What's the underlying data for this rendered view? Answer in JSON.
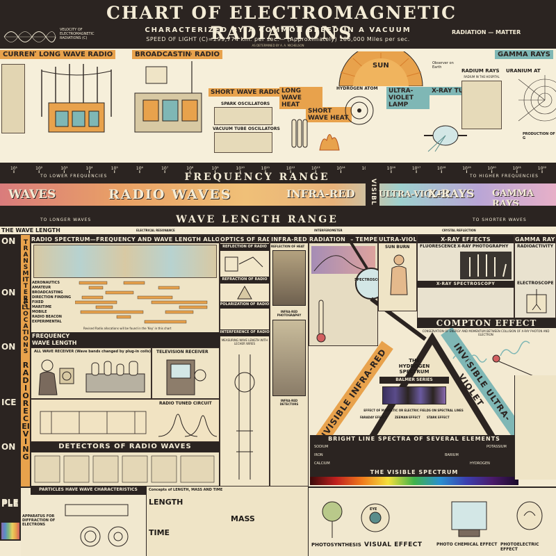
{
  "header": {
    "title": "CHART OF ELECTROMAGNETIC RADIATIONS",
    "subtitle": "CHARACTERIZED BY A COMMON SPEED IN A VACUUM",
    "speed_line": "SPEED OF LIGHT (C)=299,774 km. per sec.— (Approximately) 186,000 Miles per sec.",
    "determined_by": "AS DETERMINED BY A. A. MICHELSON",
    "velocity_note": "VELOCITY OF ELECTROMAGNETIC RADIATIONS (C)",
    "radiation_matter": "RADIATION — MATTER"
  },
  "top_panels": {
    "current": "CURRENT",
    "long_wave_radio": "LONG WAVE RADIO",
    "broadcasting": "BROADCASTING",
    "radio": "RADIO",
    "short_wave_radio": "SHORT WAVE RADIO",
    "long_wave_heat": "LONG WAVE HEAT",
    "short_wave_heat": "SHORT WAVE HEAT",
    "sun": "SUN",
    "hydrogen_atom": "HYDROGEN ATOM",
    "ultra_violet_lamp": "ULTRA-VIOLET LAMP",
    "x_ray_tube": "X-RAY TUBE",
    "gamma_rays": "GAMMA RAYS",
    "radium_rays": "RADIUM RAYS",
    "uranium": "URANIUM AT",
    "spark_oscillators": "SPARK OSCILLATORS",
    "vacuum_tube_oscillators": "VACUUM TUBE OSCILLATORS",
    "observer": "Observer on Earth",
    "radium_hospital": "RADIUM IN THE HOSPITAL",
    "production": "PRODUCTION OF G"
  },
  "frequency_band": {
    "left": "TO LOWER FREQUENCIES",
    "title": "FREQUENCY RANGE",
    "right": "TO HIGHER FREQUENCIES",
    "ticks": [
      "10¹",
      "10²",
      "10³",
      "10⁴",
      "10⁵",
      "10⁶",
      "10⁷",
      "10⁸",
      "10⁹",
      "10¹⁰",
      "10¹¹",
      "10¹²",
      "10¹³",
      "10¹⁴",
      "10¹⁵",
      "10¹⁶",
      "10¹⁷",
      "10¹⁸",
      "10¹⁹",
      "10²⁰",
      "10²¹",
      "10²²"
    ]
  },
  "spectrum_bar": {
    "waves": "WAVES",
    "radio_waves": "RADIO WAVES",
    "infra_red": "INFRA-RED",
    "visible": "VISIBLE",
    "ultra_violet": "ULTRA-VIOLET",
    "x_rays": "X-RAYS",
    "gamma_rays": "GAMMA RAYS"
  },
  "wavelength_band": {
    "left": "TO LONGER WAVES",
    "title": "WAVE LENGTH RANGE",
    "right": "TO SHORTER WAVES",
    "wave_length_label": "THE WAVE LENGTH",
    "electrical_resonance": "ELECTRICAL RESONANCE",
    "interferometer": "INTERFEROMETER",
    "crystal_reflection": "CRYSTAL REFLECTION"
  },
  "middle": {
    "transmitters": "TRANSMITTERS",
    "allocations": "ALLOCATIONS",
    "radio_receiving": "RADIO RECEIVING",
    "radio_spectrum": "RADIO SPECTRUM—FREQUENCY AND WAVE LENGTH ALLOCATIONS",
    "services": [
      "AERONAUTICS",
      "AMATEUR",
      "BROADCASTING",
      "DIRECTION FINDING",
      "FIXED",
      "MARITIME",
      "MOBILE",
      "RADIO BEACON",
      "EXPERIMENTAL"
    ],
    "revised": "Revised Radio allocations will be found in the 'Key' in this chart",
    "frequency": "FREQUENCY",
    "wave_length": "WAVE LENGTH",
    "all_wave_receiver": "ALL WAVE RECEIVER (Wave bands changed by plug-in coils)",
    "television": "TELEVISION RECEIVER",
    "radio_tuned": "RADIO TUNED CIRCUIT",
    "detectors": "DETECTORS OF RADIO WAVES",
    "optics": "OPTICS OF RADIO",
    "reflection_of_radio": "REFLECTION OF RADIO",
    "refraction_of_radio": "REFRACTION OF RADIO",
    "polarization_of_radio": "POLARIZATION OF RADIO",
    "interference_of_radio": "INTERFERENCE OF RADIO",
    "lecher_wires": "MEASURING WAVE LENGTH WITH LECHER WIRES",
    "infra_red_col": "INFRA-RED",
    "reflection_of_heat": "REFLECTION OF HEAT",
    "infra_red_photography": "INFRA-RED PHOTOGRAPHY",
    "infra_red_detectors": "INFRA-RED DETECTORS",
    "radiation_temperature": "RADIATION — TEMPERATURE",
    "spectroscope": "SPECTROSCOPE",
    "ultra_violet_col": "ULTRA-VIOLET",
    "sun_burn": "SUN BURN",
    "x_ray_effects": "X-RAY EFFECTS",
    "fluorescence": "FLUORESCENCE",
    "x_ray_photography": "X-RAY PHOTOGRAPHY",
    "gamma_effects": "GAMMA RAY EFFECTS",
    "radioactivity": "RADIOACTIVITY",
    "x_ray_spectroscopy": "X-RAY SPECTROSCOPY",
    "electroscope": "ELECTROSCOPE",
    "compton": "COMPTON EFFECT",
    "compton_note": "CONSERVATION OF ENERGY AND MOMENTUM BETWEEN COLLISION OF X-RAY PHOTON AND ELECTRON",
    "hydrogen_spectrum": "THE HYDROGEN SPECTRUM",
    "balmer": "BALMER SERIES",
    "invisible_ir": "INVISIBLE INFRA-RED",
    "invisible_uv": "INVISIBLE ULTRA-VIOLET",
    "effect_of_magnetic": "EFFECT OF MAGNETIC OR ELECTRIC FIELDS ON SPECTRAL LINES",
    "faraday": "FARADAY EFFECT",
    "zeeman": "ZEEMAN EFFECT",
    "stark": "STARK EFFECT",
    "bright_line": "BRIGHT LINE SPECTRA OF SEVERAL ELEMENTS",
    "elements": [
      "SODIUM",
      "POTASSIUM",
      "IRON",
      "BARIUM",
      "CALCIUM",
      "HYDROGEN"
    ],
    "visible_spectrum": "THE VISIBLE SPECTRUM"
  },
  "bottom": {
    "particles": "PARTICLES HAVE WAVE CHARACTERISTICS",
    "apparatus": "APPARATUS FOR DIFFRACTION OF ELECTRONS",
    "concepts": "Concepts of LENGTH, MASS AND TIME",
    "length": "LENGTH",
    "time": "TIME",
    "mass": "MASS",
    "photosynthesis": "PHOTOSYNTHESIS",
    "visual_effect": "VISUAL EFFECT",
    "photo_chemical": "PHOTO CHEMICAL EFFECT",
    "photoelectric": "PHOTOELECTRIC EFFECT",
    "eye": "EYE",
    "ple": "PLE"
  },
  "left_edge": [
    "ON",
    "ON",
    "ON",
    "ICE",
    "ON",
    "PLE"
  ],
  "colors": {
    "dark": "#2b2421",
    "cream": "#f4ecd6",
    "orange": "#e8a24c",
    "teal": "#7fb7b5",
    "pink": "#d98a8e",
    "purple": "#8a6bb0"
  }
}
